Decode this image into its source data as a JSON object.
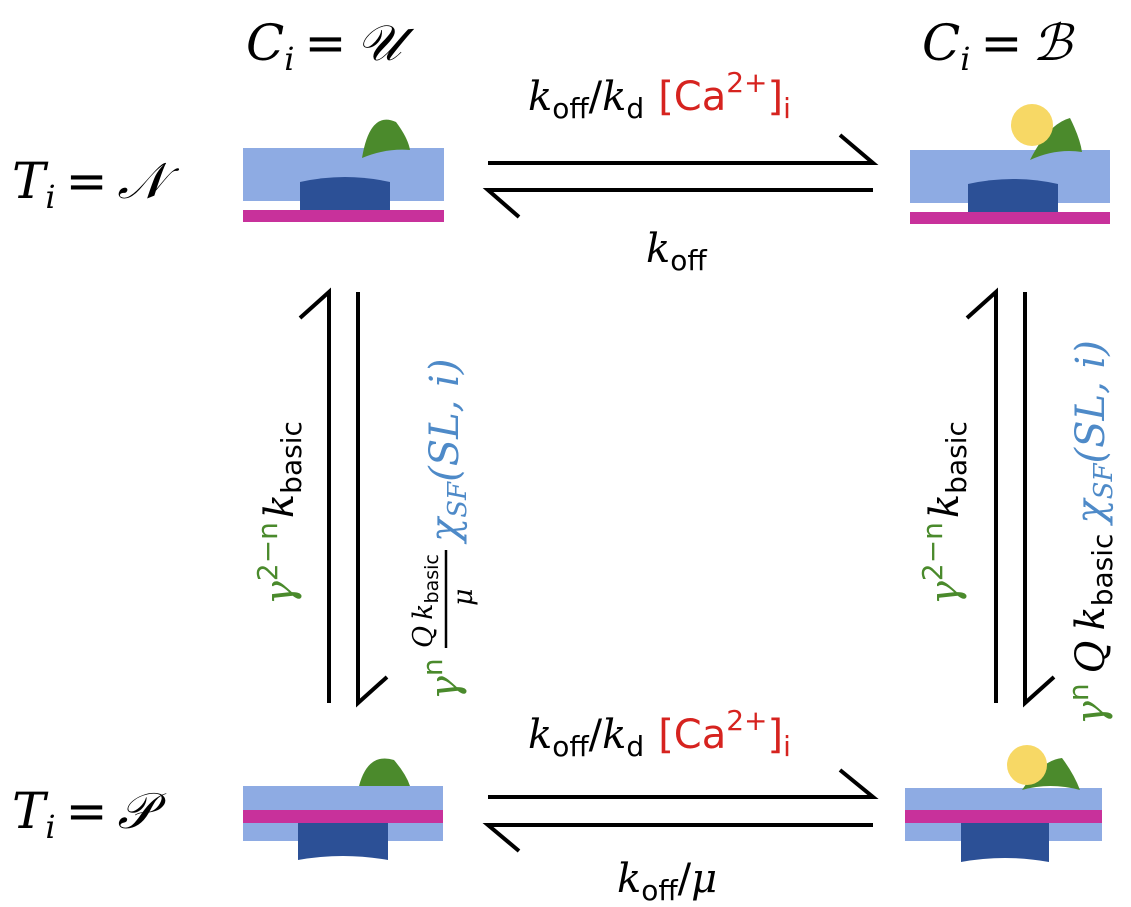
{
  "colors": {
    "membrane_light": "#8eabe3",
    "membrane_magenta": "#c8319b",
    "myosin_dark": "#2c5096",
    "leaf_green": "#4b8a2c",
    "calcium_yellow": "#f7d865",
    "calcium_red": "#d6231f",
    "gamma_green": "#4a8a2c",
    "chi_blue": "#4e8ac8",
    "arrow_black": "#000000"
  },
  "columns": {
    "left": {
      "c_symbol": "C",
      "c_sub": "i",
      "eq": "=",
      "value": "𝒰"
    },
    "right": {
      "c_symbol": "C",
      "c_sub": "i",
      "eq": "=",
      "value": "ℬ"
    }
  },
  "rows": {
    "top": {
      "t_symbol": "T",
      "t_sub": "i",
      "eq": "=",
      "value": "𝒩"
    },
    "bottom": {
      "t_symbol": "T",
      "t_sub": "i",
      "eq": "=",
      "value": "𝒫"
    }
  },
  "transitions": {
    "top_forward": {
      "k": "k",
      "k_sub": "off",
      "sep": "/",
      "k2": "k",
      "k2_sub": "d",
      "ca_open": "[Ca",
      "ca_sup": "2+",
      "ca_close": "]",
      "ca_sub": "i"
    },
    "top_backward": {
      "k": "k",
      "k_sub": "off"
    },
    "bottom_forward": {
      "k": "k",
      "k_sub": "off",
      "sep": "/",
      "k2": "k",
      "k2_sub": "d",
      "ca_open": "[Ca",
      "ca_sup": "2+",
      "ca_close": "]",
      "ca_sub": "i"
    },
    "bottom_backward": {
      "k": "k",
      "k_sub": "off",
      "sep": "/",
      "mu": "μ"
    },
    "left_up": {
      "gamma": "γ",
      "gamma_sup": "2−n",
      "k": "k",
      "k_sub": "basic"
    },
    "left_down": {
      "gamma": "γ",
      "gamma_sup": "n",
      "q": "Q",
      "k": "k",
      "k_sub": "basic",
      "mu": "μ",
      "chi": "χ",
      "chi_sub": "SF",
      "chi_args": "(SL, i)"
    },
    "right_up": {
      "gamma": "γ",
      "gamma_sup": "2−n",
      "k": "k",
      "k_sub": "basic"
    },
    "right_down": {
      "gamma": "γ",
      "gamma_sup": "n",
      "q": "Q",
      "k": "k",
      "k_sub": "basic",
      "chi": "χ",
      "chi_sub": "SF",
      "chi_args": "(SL, i)"
    }
  },
  "states": {
    "top_left": {
      "calcium_bound": false,
      "permissive": false
    },
    "top_right": {
      "calcium_bound": true,
      "permissive": false
    },
    "bottom_left": {
      "calcium_bound": false,
      "permissive": true
    },
    "bottom_right": {
      "calcium_bound": true,
      "permissive": true
    }
  }
}
